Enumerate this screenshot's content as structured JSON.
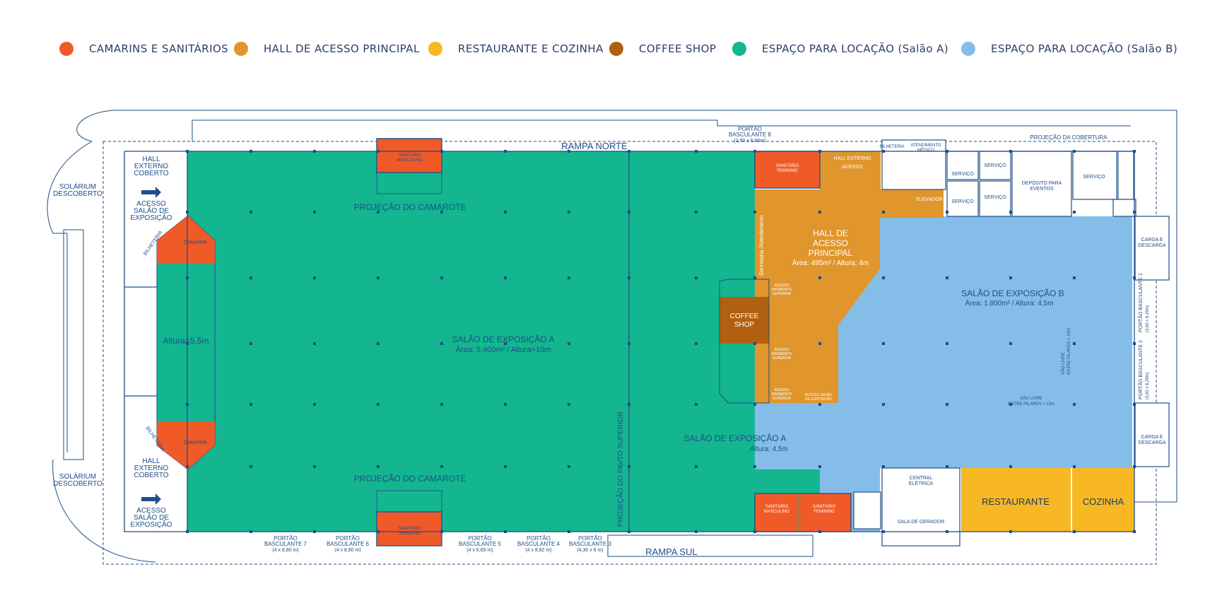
{
  "legend": [
    {
      "label": "CAMARINS E SANITÁRIOS",
      "color": "#f05a28"
    },
    {
      "label": "HALL DE ACESSO PRINCIPAL",
      "color": "#e0962c"
    },
    {
      "label": "RESTAURANTE E COZINHA",
      "color": "#f7b823"
    },
    {
      "label": "COFFEE SHOP",
      "color": "#b0600f"
    },
    {
      "label": "ESPAÇO PARA LOCAÇÃO  (Salão A)",
      "color": "#13b68f"
    },
    {
      "label": "ESPAÇO PARA LOCAÇÃO (Salão B)",
      "color": "#85bde9"
    }
  ],
  "plan": {
    "colors": {
      "line": "#1d4e89",
      "salao_a": "#13b68f",
      "salao_b": "#85bde9",
      "hall": "#e0962c",
      "camarins": "#f05a28",
      "restaurante": "#f7b823",
      "coffee": "#b0600f"
    },
    "rampa_norte": "RAMPA NORTE",
    "rampa_sul": "RAMPA SUL",
    "portao8": {
      "name": "PORTÃO",
      "name2": "BASCULANTE 8",
      "dims": "(2,90 x 6,80m)"
    },
    "projecao_cobertura": "PROJEÇÃO DA COBERTURA",
    "solarium": {
      "l1": "SOLÁRIUM",
      "l2": "DESCOBERTO"
    },
    "hall_externo": {
      "l1": "HALL",
      "l2": "EXTERNO",
      "l3": "COBERTO"
    },
    "acesso": {
      "l1": "ACESSO",
      "l2": "SALÃO DE",
      "l3": "EXPOSIÇÃO"
    },
    "bilheteria": "BILHETERIA",
    "camarim": "CAMARIM",
    "altura_camarim": "Altura=5,5m",
    "sanitario_masculino": {
      "l1": "SANITÁRIO",
      "l2": "MASCULINO"
    },
    "sanitario_feminino": {
      "l1": "SANITÁRIO",
      "l2": "FEMININO"
    },
    "projecao_camarote": "PROJEÇÃO DO CAMAROTE",
    "salao_a": {
      "title": "SALÃO DE EXPOSIÇÃO A",
      "info": "Área: 5.400m² / Altura=10m"
    },
    "salao_a2": {
      "title": "SALÃO DE EXPOSIÇÃO A",
      "info": "Altura: 4,5m"
    },
    "projecao_pavto": "PROJEÇÃO DO PAVTO SUPERIOR",
    "hall": {
      "l1": "HALL DE",
      "l2": "ACESSO",
      "l3": "PRINCIPAL",
      "info": "Área: 495m² / Altura: 4m"
    },
    "secretaria": "Secretaria /Atendimento",
    "hall_externo_acesso": {
      "l1": "HALL EXTERNO",
      "l2": "ACESSO"
    },
    "coffee": {
      "l1": "COFFEE",
      "l2": "SHOP"
    },
    "acesso_pav": {
      "l1": "ACESSO",
      "l2": "PAVIMENTO",
      "l3": "SUPERIOR"
    },
    "acesso_salao": {
      "l1": "ACESSO SALÃO",
      "l2": "DE EXPOSIÇÃO"
    },
    "elevador": "ELEVADOR",
    "atendimento_medico": {
      "l1": "ATENDIMENTO",
      "l2": "MÉDICO"
    },
    "servico": "SERVIÇO",
    "deposito": {
      "l1": "DEPÓSITO PARA",
      "l2": "EVENTOS"
    },
    "salao_b": {
      "title": "SALÃO DE EXPOSIÇÃO B",
      "info": "Área: 1.800m² / Altura: 4,5m"
    },
    "vao_livre": {
      "l1": "VÃO LIVRE",
      "l2": "ENTRE PILARES = 10m"
    },
    "carga": {
      "l1": "CARGA E",
      "l2": "DESCARGA"
    },
    "portao1": {
      "l1": "PORTÃO BASCULANTE 1",
      "l2": "(3,90 x 6,29m)"
    },
    "portao2": {
      "l1": "PORTÃO BASCULANTE 2",
      "l2": "(3,90 x 6,29m)"
    },
    "central_eletrica": {
      "l1": "CENTRAL",
      "l2": "ELÉTRICA"
    },
    "sala_gerador": "SALA DE GERADOR",
    "restaurante": "RESTAURANTE",
    "cozinha": "COZINHA",
    "portoes_sul": [
      {
        "l1": "PORTÃO",
        "l2": "BASCULANTE 7",
        "l3": "(4 x 8,80 m)"
      },
      {
        "l1": "PORTÃO",
        "l2": "BASCULANTE 6",
        "l3": "(4 x 8,80 m)"
      },
      {
        "l1": "PORTÃO",
        "l2": "BASCULANTE 5",
        "l3": "(4 x 6,69 m)"
      },
      {
        "l1": "PORTÃO",
        "l2": "BASCULANTE 4",
        "l3": "(4 x 8,82 m)"
      },
      {
        "l1": "PORTÃO",
        "l2": "BASCULANTE 3",
        "l3": "(4,30 x 6 m)"
      }
    ]
  }
}
